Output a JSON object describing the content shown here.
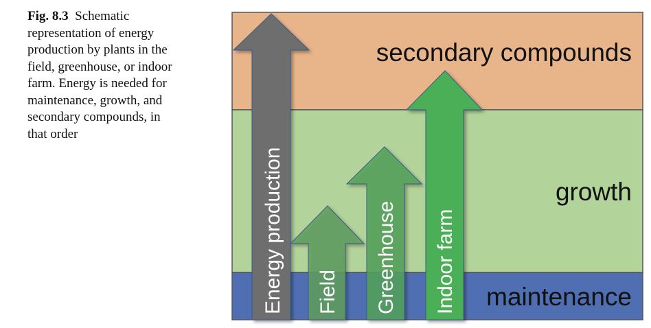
{
  "caption": {
    "label": "Fig. 8.3",
    "lines": [
      "Schematic",
      "representation of energy",
      "production by plants in the",
      "field, greenhouse, or indoor",
      "farm. Energy is needed for",
      "maintenance, growth, and",
      "secondary compounds, in",
      "that order"
    ]
  },
  "diagram": {
    "bands": [
      {
        "label": "secondary compounds",
        "color": "#e8b48a"
      },
      {
        "label": "growth",
        "color": "#b2d39a"
      },
      {
        "label": "maintenance",
        "color": "#4f6fb2"
      }
    ],
    "arrows": [
      {
        "label": "Energy production",
        "color": "#6e6e6e"
      },
      {
        "label": "Field",
        "color": "#5f9e5f"
      },
      {
        "label": "Greenhouse",
        "color": "#53a25c"
      },
      {
        "label": "Indoor farm",
        "color": "#4caf58"
      }
    ]
  }
}
